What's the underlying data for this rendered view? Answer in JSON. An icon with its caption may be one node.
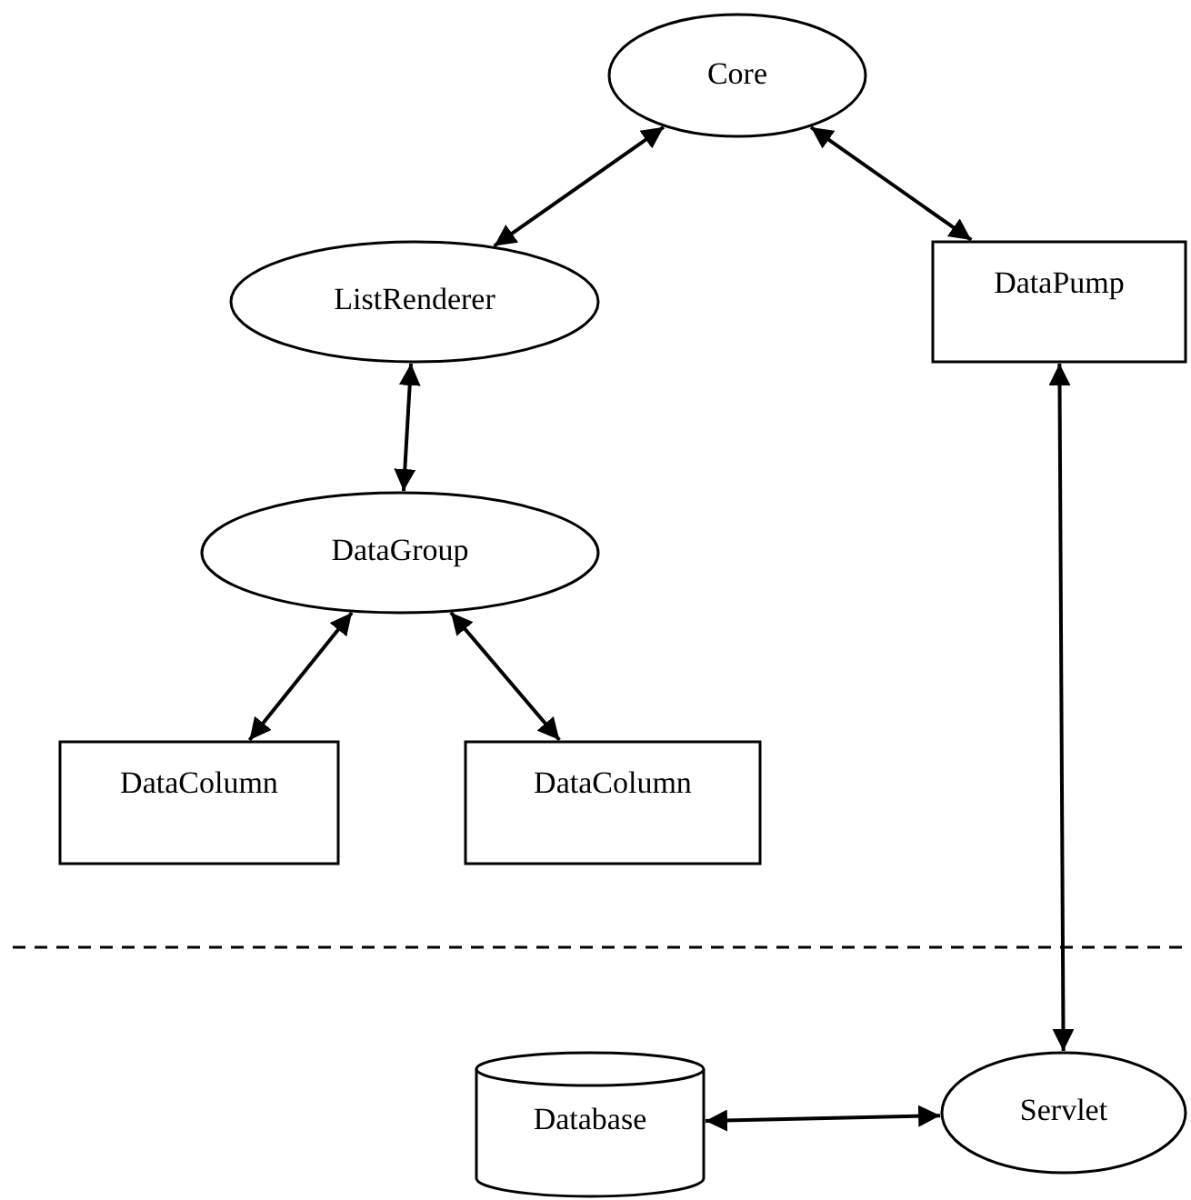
{
  "diagram": {
    "nodes": [
      {
        "text": [
          "Core"
        ]
      },
      {
        "text": [
          "ListRenderer"
        ]
      },
      {
        "text": [
          "DataPump"
        ]
      },
      {
        "text": [
          "DataGroup"
        ]
      },
      {
        "text": [
          "DataColumn"
        ]
      },
      {
        "text": [
          "DataColumn"
        ]
      },
      {
        "text": [
          "Database"
        ]
      },
      {
        "text": [
          "Servlet"
        ]
      }
    ],
    "edges": [
      {
        "from": 0,
        "to": 1,
        "arrow": "both"
      },
      {
        "from": 0,
        "to": 2,
        "arrow": "both"
      },
      {
        "from": 1,
        "to": 3,
        "arrow": "both"
      },
      {
        "from": 3,
        "to": 4,
        "arrow": "both"
      },
      {
        "from": 3,
        "to": 5,
        "arrow": "both"
      },
      {
        "from": 2,
        "to": 7,
        "arrow": "both"
      },
      {
        "from": 6,
        "to": 7,
        "arrow": "both"
      }
    ]
  }
}
